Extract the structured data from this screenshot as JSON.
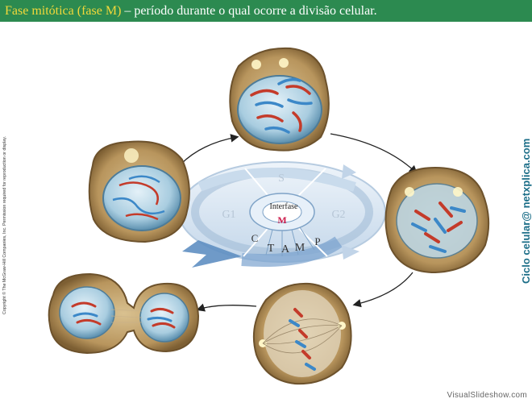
{
  "header": {
    "title_highlight": "Fase mitótica (fase M)",
    "title_rest": " – período durante o qual ocorre a divisão celular."
  },
  "copyright": "Copyright © The McGraw-Hill Companies, Inc. Permission required for reproduction or display.",
  "side_caption": "Ciclo celular@ netxplica.com",
  "watermark": "VisualSlideshow.com",
  "cycle_diagram": {
    "labels": {
      "s": "S",
      "g1": "G1",
      "g2": "G2",
      "interphase": "Interfase",
      "m": "M",
      "c": "C",
      "t": "T",
      "a": "A",
      "m2": "M",
      "p": "P"
    }
  },
  "colors": {
    "header_bg": "#2c8a50",
    "header_highlight": "#f2d83a",
    "side_caption": "#1c6e88",
    "m_label": "#cc1a4a"
  }
}
